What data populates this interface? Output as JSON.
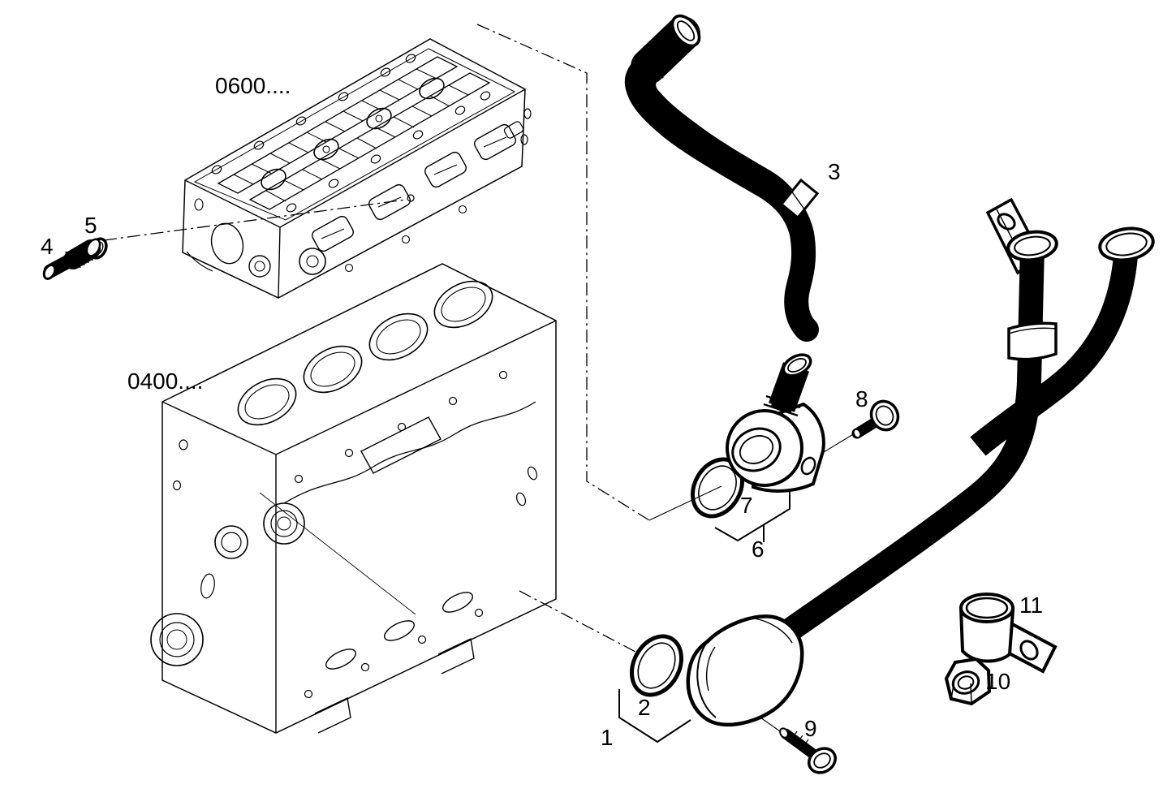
{
  "diagram": {
    "type": "exploded-parts-diagram",
    "background_color": "#ffffff",
    "line_color": "#000000",
    "reference_labels": [
      {
        "text": "0600...."
      },
      {
        "text": "0400...."
      }
    ],
    "part_labels": [
      {
        "number": "1"
      },
      {
        "number": "2"
      },
      {
        "number": "3"
      },
      {
        "number": "4"
      },
      {
        "number": "5"
      },
      {
        "number": "6"
      },
      {
        "number": "7"
      },
      {
        "number": "8"
      },
      {
        "number": "9"
      },
      {
        "number": "10"
      },
      {
        "number": "11"
      }
    ]
  }
}
